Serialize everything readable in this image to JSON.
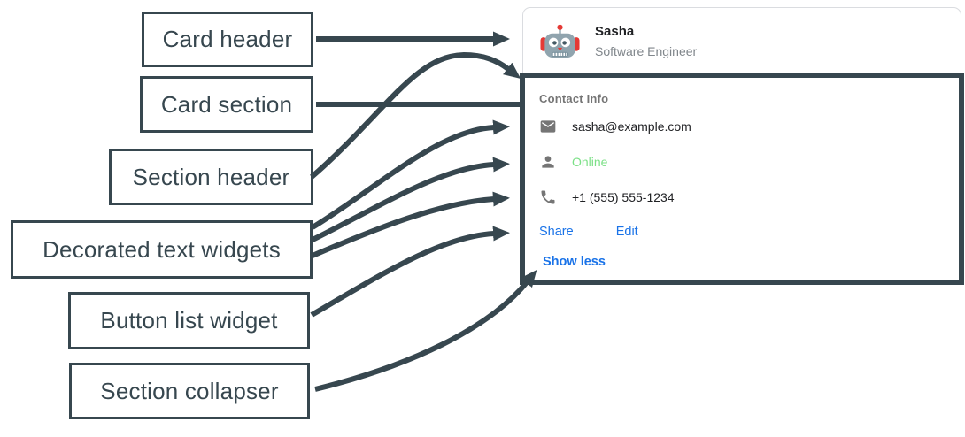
{
  "annotations": {
    "labels": [
      {
        "text": "Card header"
      },
      {
        "text": "Card section"
      },
      {
        "text": "Section header"
      },
      {
        "text": "Decorated text widgets"
      },
      {
        "text": "Button list widget"
      },
      {
        "text": "Section collapser"
      }
    ]
  },
  "card": {
    "header": {
      "title": "Sasha",
      "subtitle": "Software Engineer",
      "avatar": "robot-avatar"
    },
    "section": {
      "header": "Contact Info",
      "widgets": [
        {
          "icon": "email-icon",
          "text": "sasha@example.com",
          "status": "normal"
        },
        {
          "icon": "person-icon",
          "text": "Online",
          "status": "online"
        },
        {
          "icon": "phone-icon",
          "text": "+1 (555) 555-1234",
          "status": "normal"
        }
      ],
      "buttons": [
        {
          "label": "Share"
        },
        {
          "label": "Edit"
        }
      ],
      "collapser": {
        "label": "Show less"
      }
    }
  },
  "colors": {
    "annotation": "#37474F",
    "link_blue": "#1a73e8",
    "online_green": "#7CE087",
    "muted_gray": "#80868b",
    "icon_gray": "#757575",
    "card_border": "#dadce0"
  }
}
